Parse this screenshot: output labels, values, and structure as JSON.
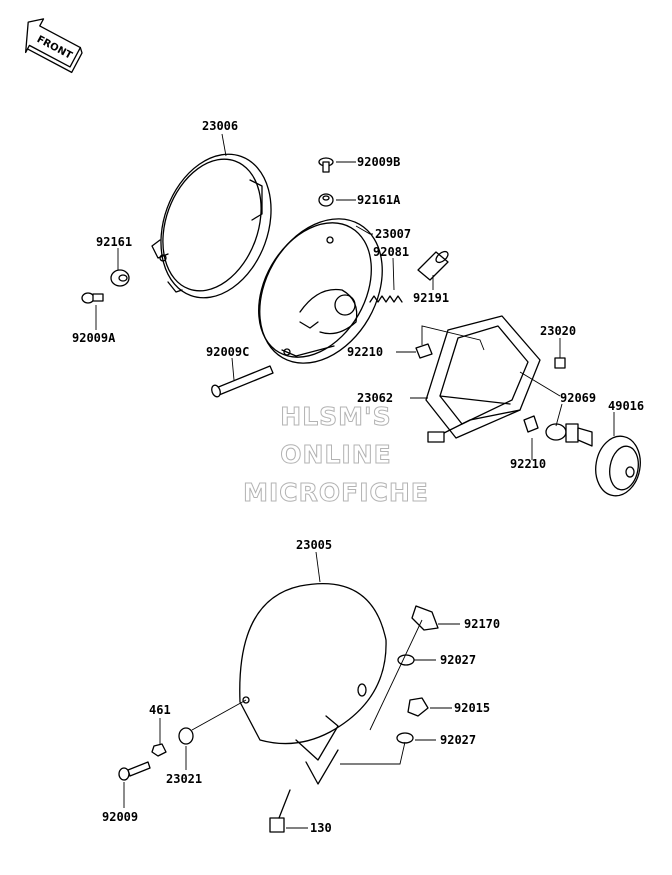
{
  "orientation_badge": {
    "text": "FRONT",
    "icon": "front-arrow-icon"
  },
  "watermark": {
    "line1": "HLSM'S",
    "line2": "ONLINE",
    "line3": "MICROFICHE"
  },
  "part_labels": {
    "p23006": "23006",
    "p92009B": "92009B",
    "p92161A": "92161A",
    "p23007": "23007",
    "p92081": "92081",
    "p92191": "92191",
    "p92161": "92161",
    "p92009A": "92009A",
    "p92009C": "92009C",
    "p92210a": "92210",
    "p23020": "23020",
    "p23062": "23062",
    "p92069": "92069",
    "p49016": "49016",
    "p92210b": "92210",
    "p23005": "23005",
    "p92170": "92170",
    "p92027a": "92027",
    "p461": "461",
    "p92015": "92015",
    "p92027b": "92027",
    "p23021": "23021",
    "p92009": "92009",
    "p130": "130"
  }
}
